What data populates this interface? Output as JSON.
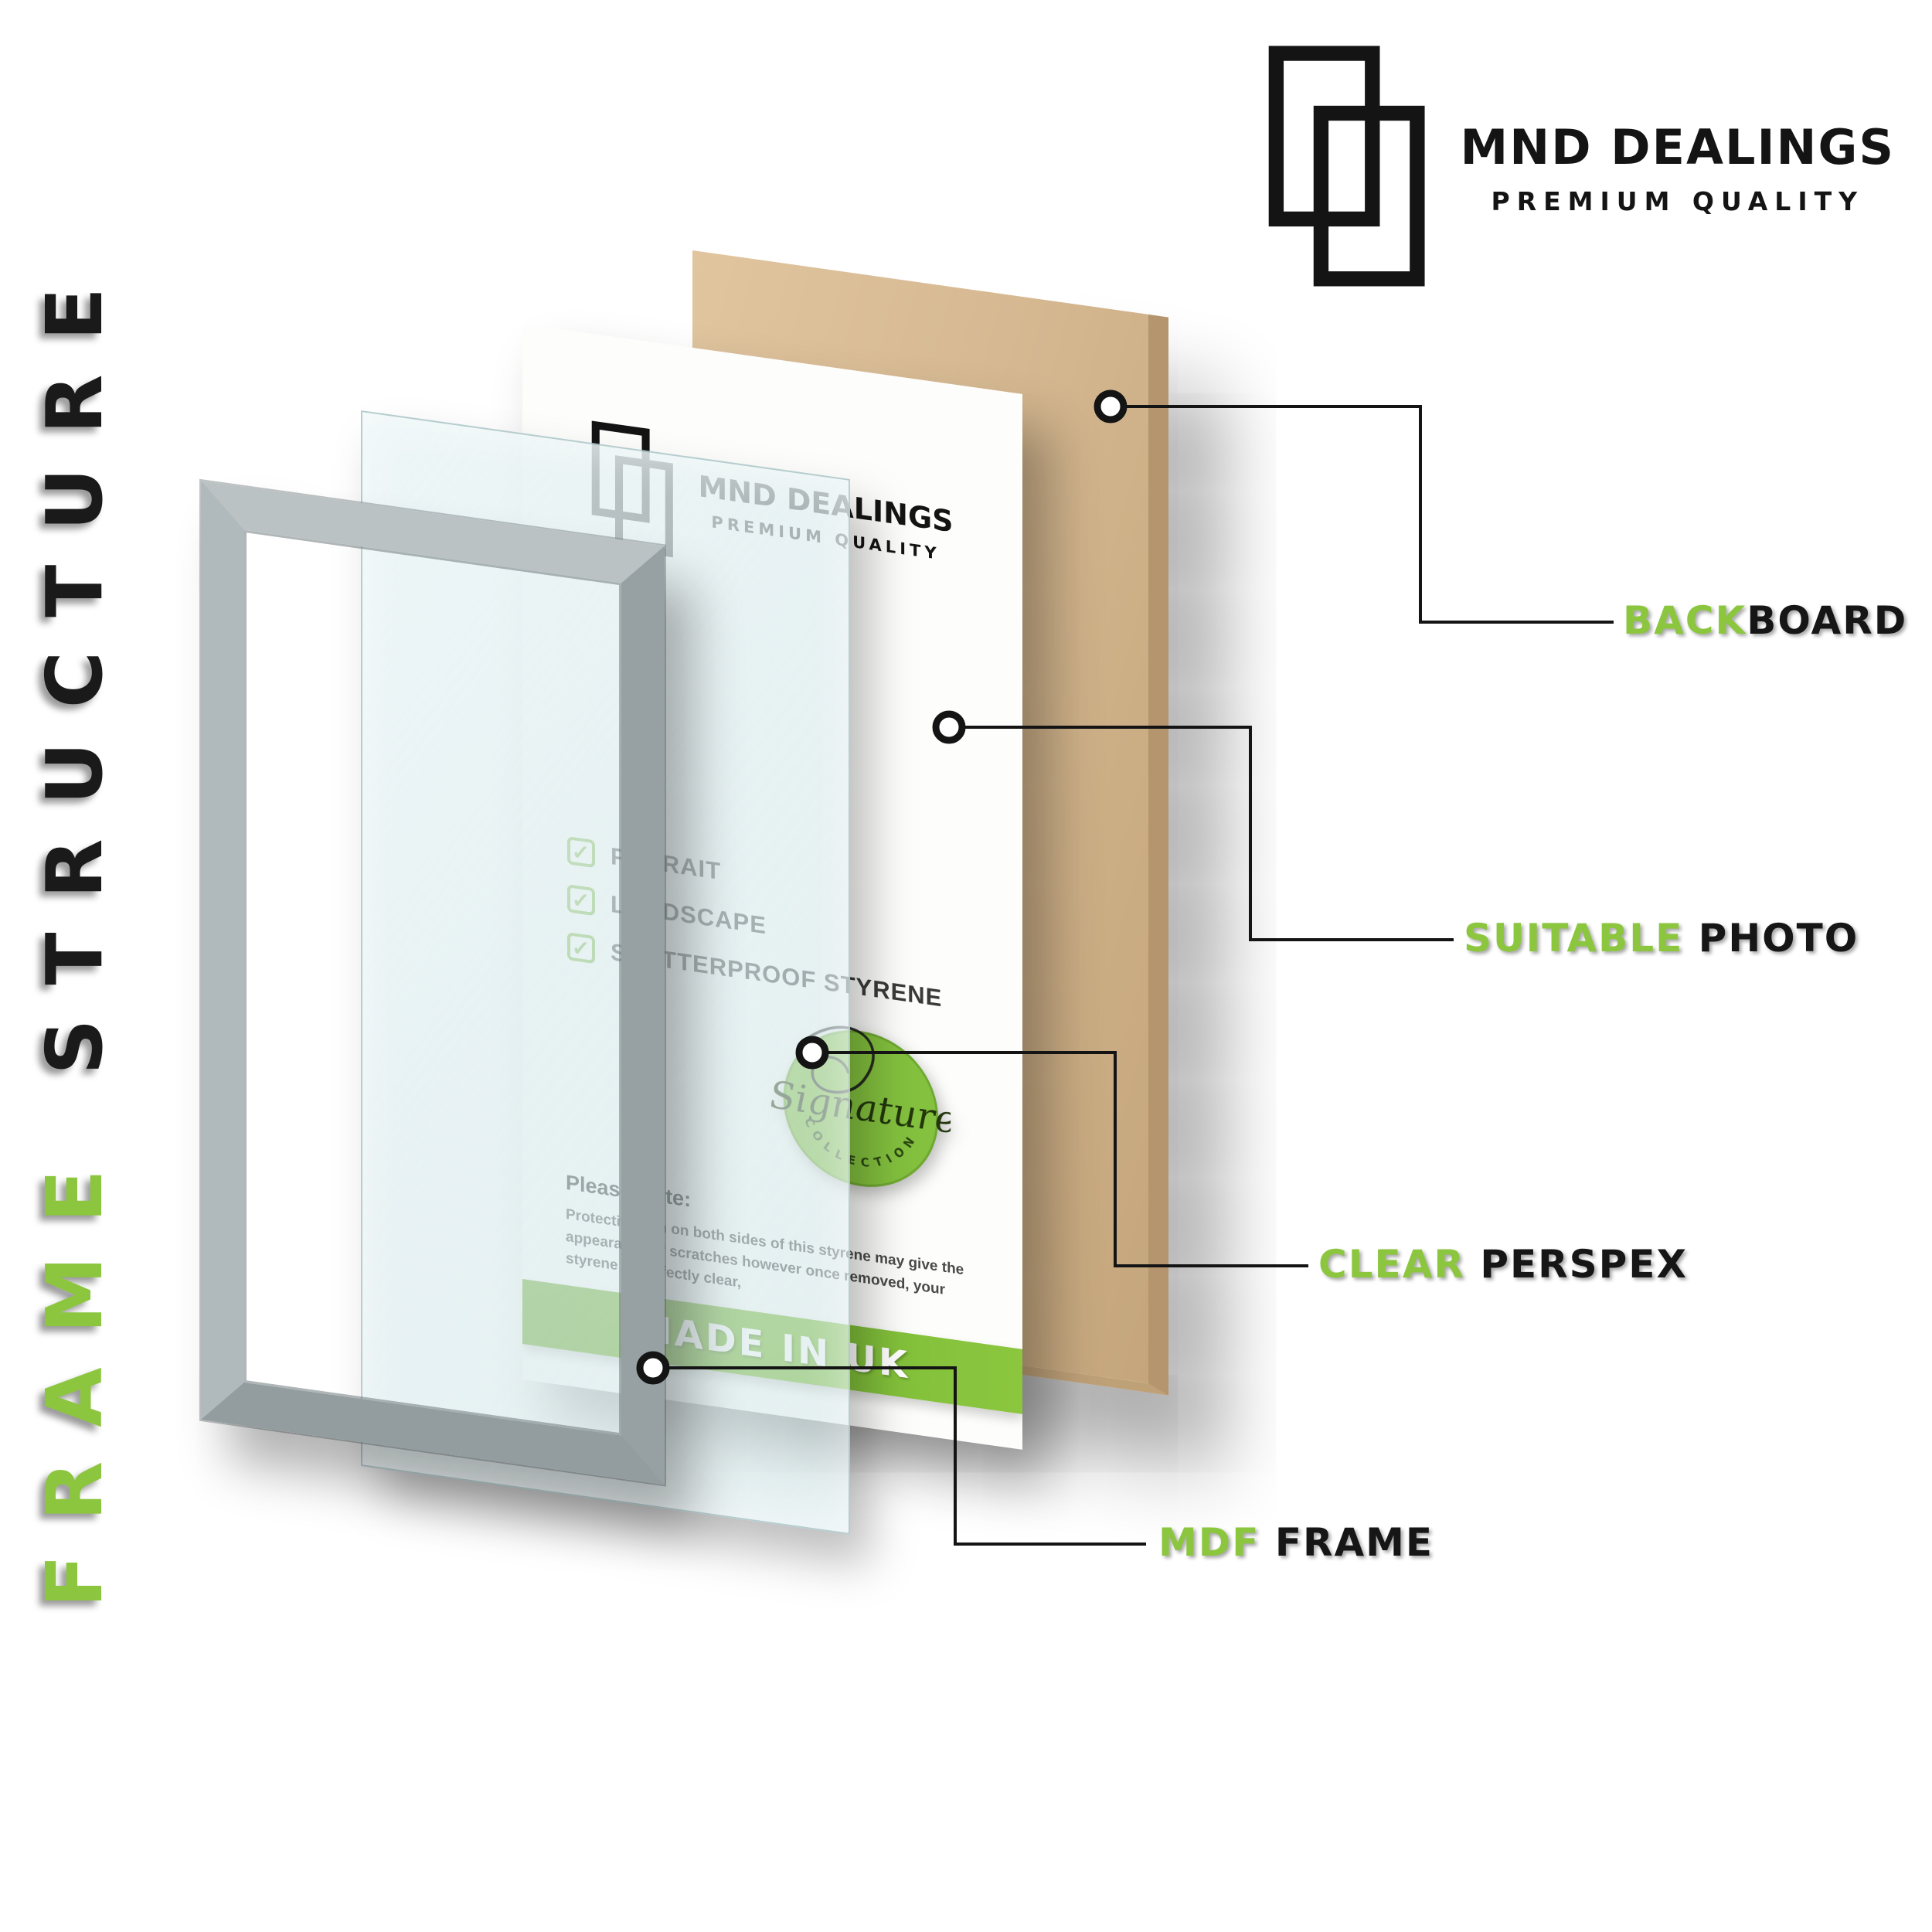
{
  "title": {
    "frame": "FRAME",
    "structure": "STRUCTURE"
  },
  "brand": {
    "name": "MND DEALINGS",
    "tagline": "PREMIUM QUALITY"
  },
  "insert": {
    "brand_name": "MND DEALINGS",
    "brand_tagline": "PREMIUM QUALITY",
    "checklist": [
      "POTRAIT",
      "LANDSCAPE",
      "SHATTERPROOF STYRENE"
    ],
    "note_title": "Please Note:",
    "note_body": "Protective film on both sides of this styrene may give the appearance of scratches however once removed, your styrene is perfectly clear,",
    "stamp_script": "Signature",
    "stamp_arc": "COLLECTION",
    "banner": "MADE IN UK"
  },
  "callouts": {
    "backboard": {
      "green": "BACK",
      "black": "BOARD"
    },
    "photo": {
      "green": "SUITABLE ",
      "black": "PHOTO"
    },
    "perspex": {
      "green": "CLEAR ",
      "black": "PERSPEX"
    },
    "frame": {
      "green": "MDF ",
      "black": "FRAME"
    }
  },
  "colors": {
    "accent_green": "#8CC63F",
    "text_dark": "#161616",
    "backboard_tan": "#d7ba93",
    "frame_silver": "#a9b2b4",
    "banner_green": "#7cbd37"
  }
}
